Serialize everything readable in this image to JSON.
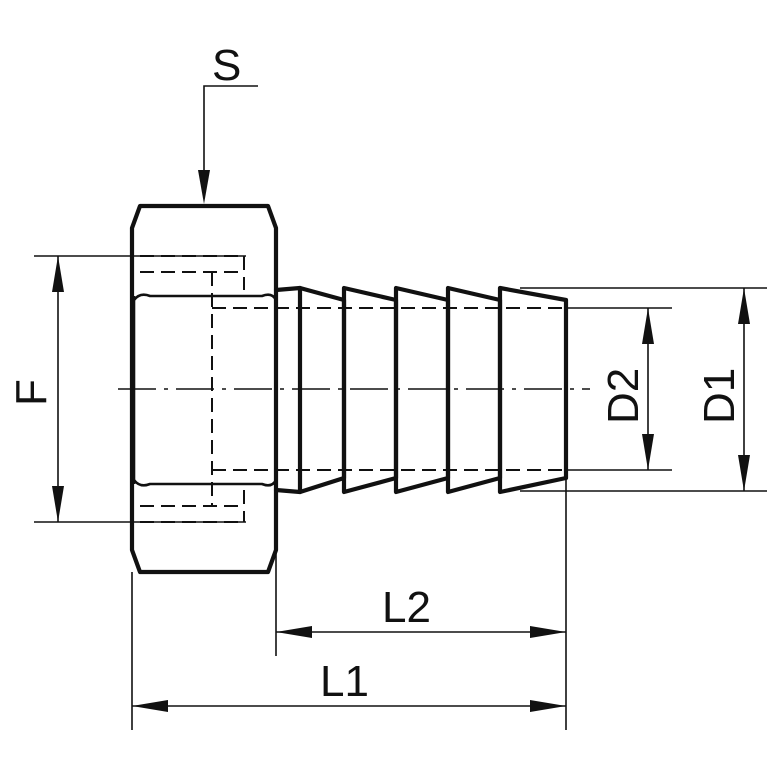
{
  "labels": {
    "S": "S",
    "F": "F",
    "D1": "D1",
    "D2": "D2",
    "L1": "L1",
    "L2": "L2"
  },
  "colors": {
    "line": "#111111",
    "background": "#ffffff"
  }
}
